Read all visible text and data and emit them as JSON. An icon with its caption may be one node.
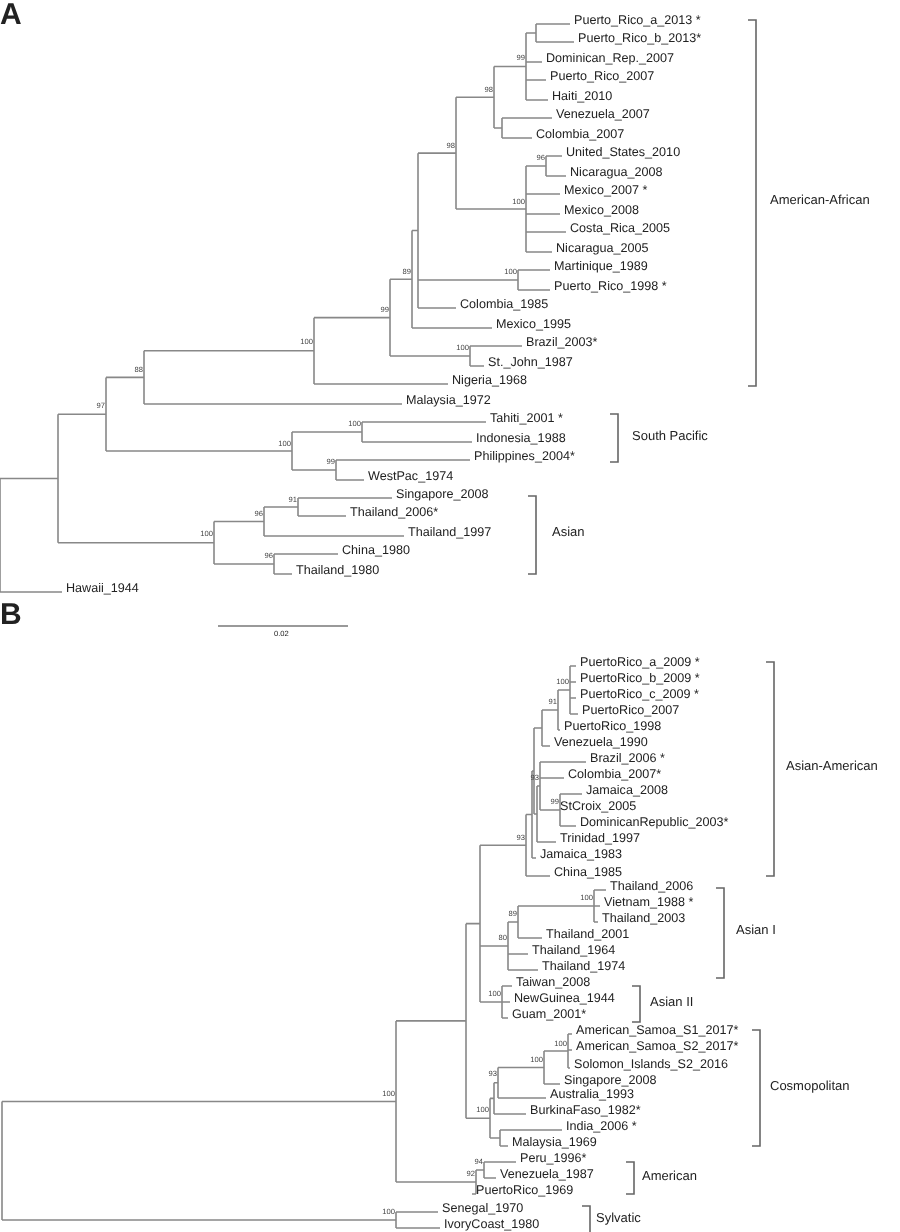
{
  "diagram": {
    "labels": [
      "A",
      "Puerto_Rico_a_2013 *",
      "Puerto_Rico_b_2013*",
      "Dominican_Rep._2007",
      "Puerto_Rico_2007",
      "Haiti_2010",
      "Venezuela_2007",
      "Colombia_2007",
      "United_States_2010",
      "Nicaragua_2008",
      "Mexico_2007 *",
      "Mexico_2008",
      "Costa_Rica_2005",
      "Nicaragua_2005",
      "Martinique_1989",
      "Puerto_Rico_1998 *",
      "Colombia_1985",
      "Mexico_1995",
      "Brazil_2003*",
      "St._John_1987",
      "Nigeria_1968",
      "Malaysia_1972",
      "Tahiti_2001 *",
      "Indonesia_1988",
      "Philippines_2004*",
      "WestPac_1974",
      "Singapore_2008",
      "Thailand_2006*",
      "Thailand_1997",
      "China_1980",
      "Thailand_1980",
      "Hawaii_1944",
      "97",
      "88",
      "100",
      "99",
      "89",
      "98",
      "98",
      "99",
      "100",
      "96",
      "100",
      "100",
      "100",
      "100",
      "99",
      "100",
      "96",
      "91",
      "96",
      "American-African",
      "South Pacific",
      "Asian",
      "0.02",
      "B",
      "PuertoRico_a_2009 *",
      "PuertoRico_b_2009 *",
      "PuertoRico_c_2009 *",
      "PuertoRico_2007",
      "PuertoRico_1998",
      "Venezuela_1990",
      "Brazil_2006 *",
      "Colombia_2007*",
      "Jamaica_2008",
      "StCroix_2005",
      "DominicanRepublic_2003*",
      "Trinidad_1997",
      "Jamaica_1983",
      "China_1985",
      "Thailand_2006",
      "Vietnam_1988 *",
      "Thailand_2003",
      "Thailand_2001",
      "Thailand_1964",
      "Thailand_1974",
      "Taiwan_2008",
      "NewGuinea_1944",
      "Guam_2001*",
      "American_Samoa_S1_2017*",
      "American_Samoa_S2_2017*",
      "Solomon_Islands_S2_2016",
      "Singapore_2008",
      "Australia_1993",
      "BurkinaFaso_1982*",
      "India_2006 *",
      "Malaysia_1969",
      "Peru_1996*",
      "Venezuela_1987",
      "PuertoRico_1969",
      "Senegal_1970",
      "IvoryCoast_1980",
      "100",
      "93",
      "91",
      "100",
      "93",
      "99",
      "80",
      "89",
      "100",
      "100",
      "100",
      "93",
      "100",
      "100",
      "92",
      "94",
      "100",
      "Asian-American",
      "Asian I",
      "Asian II",
      "Cosmopolitan",
      "American",
      "Sylvatic"
    ]
  }
}
